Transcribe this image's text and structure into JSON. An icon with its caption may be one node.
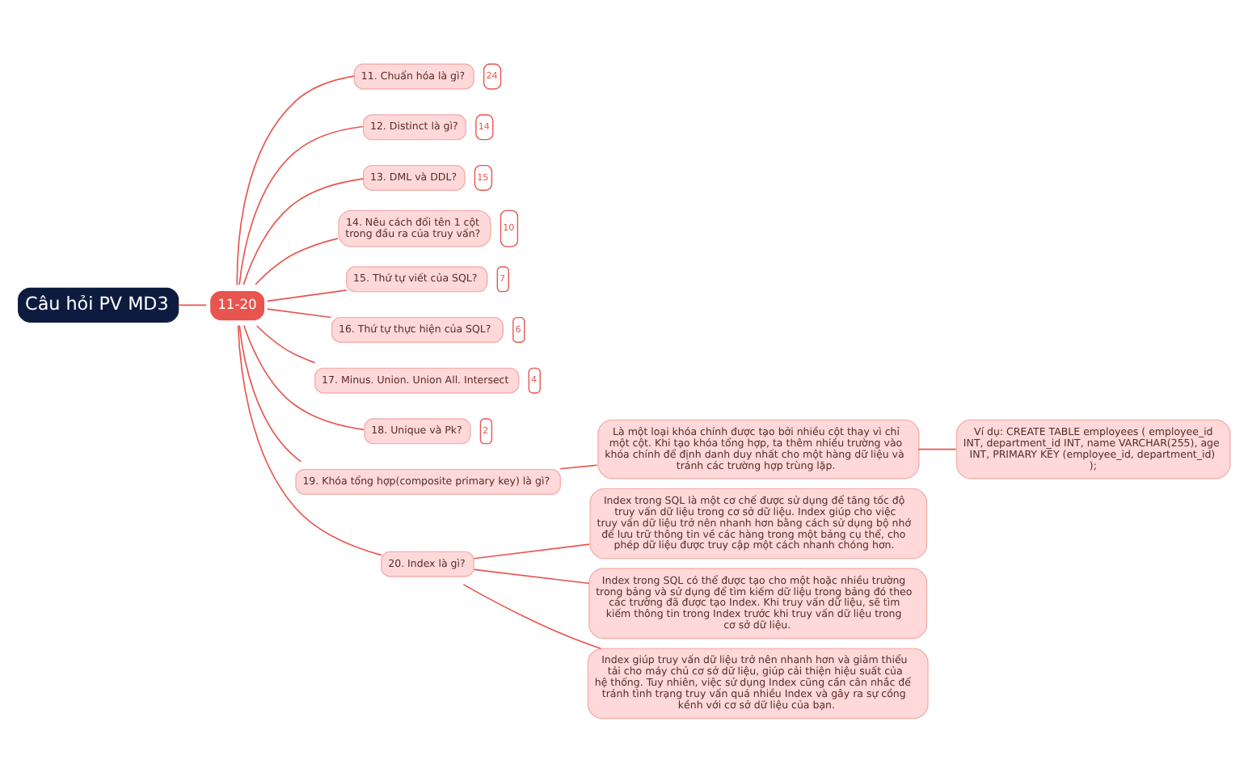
{
  "diagram": {
    "nodes": [
      {
        "text": [
          "Câu hỏi PV MD3"
        ]
      },
      {
        "text": [
          "11-20"
        ]
      },
      {
        "text": [
          "11. Chuẩn hóa là gì?"
        ],
        "beside": [
          "24"
        ]
      },
      {
        "text": [
          "12. Distinct là gì?"
        ],
        "beside": [
          "14"
        ]
      },
      {
        "text": [
          "13. DML và DDL?"
        ],
        "beside": [
          "15"
        ]
      },
      {
        "text": [
          "14. Nêu cách đổi tên 1 cột trong đầu ra của truy vấn?"
        ],
        "beside": [
          "10"
        ]
      },
      {
        "text": [
          "15. Thứ tự viết của SQL?"
        ],
        "beside": [
          "7"
        ]
      },
      {
        "text": [
          "16. Thứ tự thực hiện của SQL?"
        ],
        "beside": [
          "6"
        ]
      },
      {
        "text": [
          "17. Minus. Union. Union All. Intersect"
        ],
        "beside": [
          "4"
        ]
      },
      {
        "text": [
          "18. Unique và Pk?"
        ],
        "beside": [
          "2"
        ]
      },
      {
        "text": [
          "19. Khóa tổng hợp(composite primary key) là gì?"
        ]
      },
      {
        "text": [
          "Là một loại khóa chính được tạo bởi nhiều cột thay vì chỉ một cột. Khi tạo khóa tổng hợp, ta thêm nhiều trường vào khóa chính để định danh duy nhất cho một hàng dữ liệu và tránh các trường hợp trùng lặp."
        ]
      },
      {
        "text": [
          "Ví dụ: CREATE TABLE employees ( employee_id INT, department_id INT, name VARCHAR(255), age INT, PRIMARY KEY (employee_id, department_id) );"
        ]
      },
      {
        "text": [
          "20. Index là gì?"
        ]
      },
      {
        "text": [
          "Index trong SQL là một cơ chế được sử dụng để tăng tốc độ truy vấn dữ liệu trong cơ sở dữ liệu. Index giúp cho việc truy vấn dữ liệu trở nên nhanh hơn bằng cách sử dụng bộ nhớ để lưu trữ thông tin về các hàng trong một bảng cụ thể, cho phép dữ liệu được truy cập một cách nhanh chóng hơn."
        ]
      },
      {
        "text": [
          "Index trong SQL có thể được tạo cho một hoặc nhiều trường trong bảng và sử dụng để tìm kiếm dữ liệu trong bảng đó theo các trường đã được tạo Index. Khi truy vấn dữ liệu, sẽ tìm kiếm thông tin trong Index trước khi truy vấn dữ liệu trong cơ sở dữ liệu."
        ]
      },
      {
        "text": [
          "Index giúp truy vấn dữ liệu trở nên nhanh hơn và giảm thiểu tải cho máy chủ cơ sở dữ liệu, giúp cải thiện hiệu suất của hệ thống. Tuy nhiên, việc sử dụng Index cũng cần cân nhắc để tránh tình trạng truy vấn quá nhiều Index và gây ra sự cồng kềnh với cơ sở dữ liệu của bạn."
        ]
      }
    ],
    "edges": [
      {
        "from": 0,
        "to": 1,
        "arrow": "none"
      },
      {
        "from": 1,
        "to": 2,
        "arrow": "none"
      },
      {
        "from": 1,
        "to": 3,
        "arrow": "none"
      },
      {
        "from": 1,
        "to": 4,
        "arrow": "none"
      },
      {
        "from": 1,
        "to": 5,
        "arrow": "none"
      },
      {
        "from": 1,
        "to": 6,
        "arrow": "none"
      },
      {
        "from": 1,
        "to": 7,
        "arrow": "none"
      },
      {
        "from": 1,
        "to": 8,
        "arrow": "none"
      },
      {
        "from": 1,
        "to": 9,
        "arrow": "none"
      },
      {
        "from": 1,
        "to": 10,
        "arrow": "none"
      },
      {
        "from": 1,
        "to": 13,
        "arrow": "none"
      },
      {
        "from": 10,
        "to": 11,
        "arrow": "none"
      },
      {
        "from": 11,
        "to": 12,
        "arrow": "none"
      },
      {
        "from": 13,
        "to": 14,
        "arrow": "none"
      },
      {
        "from": 13,
        "to": 15,
        "arrow": "none"
      },
      {
        "from": 13,
        "to": 16,
        "arrow": "none"
      }
    ]
  }
}
